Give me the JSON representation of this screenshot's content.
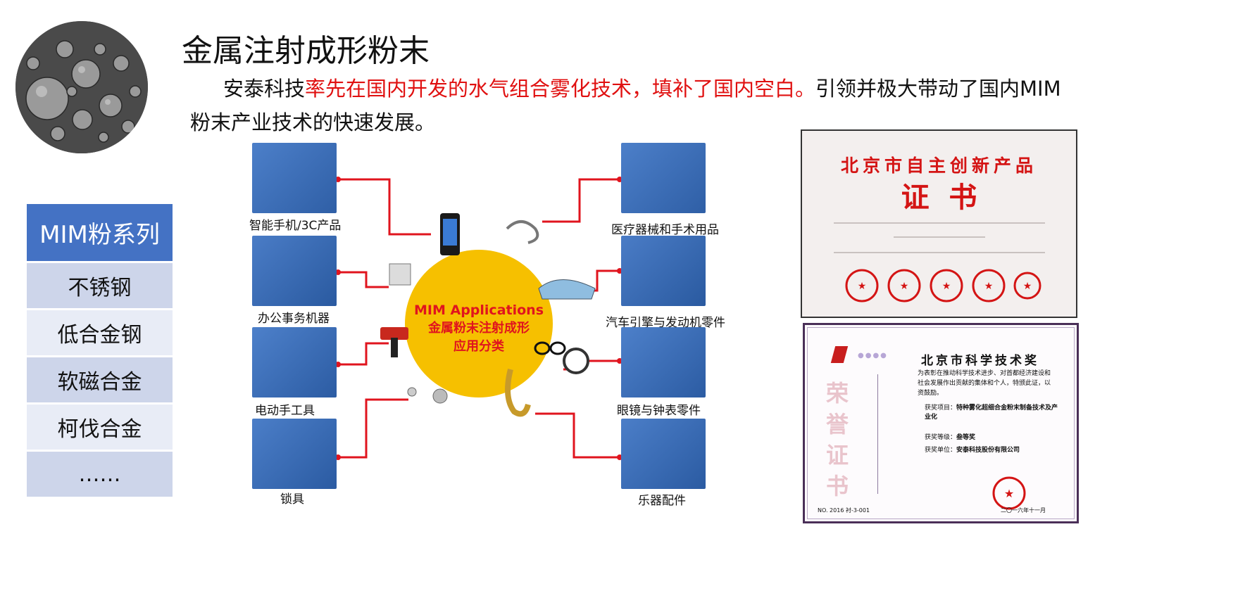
{
  "header": {
    "title": "金属注射成形粉末",
    "desc_black1": "安泰科技",
    "desc_red": "率先在国内开发的水气组合雾化技术，填补了国内空白。",
    "desc_black2": "引领并极大带动了国内MIM粉末产业技术的快速发展。"
  },
  "series": {
    "header": "MIM粉系列",
    "items": [
      "不锈钢",
      "低合金钢",
      "软磁合金",
      "柯伐合金",
      "……"
    ]
  },
  "diagram": {
    "center_en": "MIM Applications",
    "center_cn1": "金属粉末注射成形",
    "center_cn2": "应用分类",
    "left_labels": [
      "智能手机/3C产品",
      "办公事务机器",
      "电动手工具",
      "锁具"
    ],
    "right_labels": [
      "医疗器械和手术用品",
      "汽车引擎与发动机零件",
      "眼镜与钟表零件",
      "乐器配件"
    ]
  },
  "cert1": {
    "title": "北京市自主创新产品",
    "subtitle": "证  书"
  },
  "cert2": {
    "title": "北京市科学技术奖",
    "vertical": "荣誉证书",
    "body": "为表彰在推动科学技术进步、对首都经济建设和社会发展作出贡献的集体和个人，特颁此证，以资鼓励。",
    "project_label": "获奖项目：",
    "project": "特种雾化超细合金粉末制备技术及产业化",
    "grade_label": "获奖等级：",
    "grade": "叁等奖",
    "unit_label": "获奖单位：",
    "unit": "安泰科技股份有限公司",
    "number": "NO. 2016 衬-3-001",
    "date": "二〇一六年十一月"
  },
  "colors": {
    "accent_blue": "#4472c4",
    "red_text": "#e01010",
    "center_yellow": "#f6c000",
    "connector_red": "#e0141e"
  }
}
